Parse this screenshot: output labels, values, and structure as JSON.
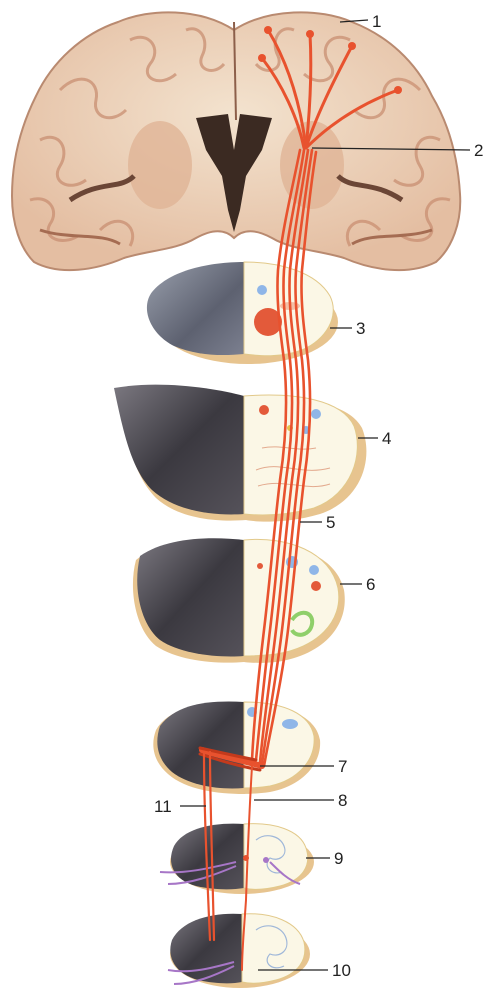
{
  "figure": {
    "colors": {
      "background": "#ffffff",
      "tract": "#e8522e",
      "tract_dark": "#c43a1c",
      "white_matter": "#f6ecd9",
      "gray_matter": "#dcae92",
      "brain_outline": "#b98a70",
      "ventricle": "#3b2a22",
      "stain_dark": "#2f2d33",
      "stain_mid": "#6e6b73",
      "section_edge": "#e7c48f",
      "schematic_fill": "#fbf7e6",
      "nucleus_blue": "#8fb6e8",
      "nucleus_red": "#e35a3a",
      "nucleus_green": "#8fcf6a",
      "nucleus_purple": "#a776c7",
      "leader_line": "#222222"
    },
    "labels": [
      "1",
      "2",
      "3",
      "4",
      "5",
      "6",
      "7",
      "8",
      "9",
      "10",
      "11"
    ]
  }
}
